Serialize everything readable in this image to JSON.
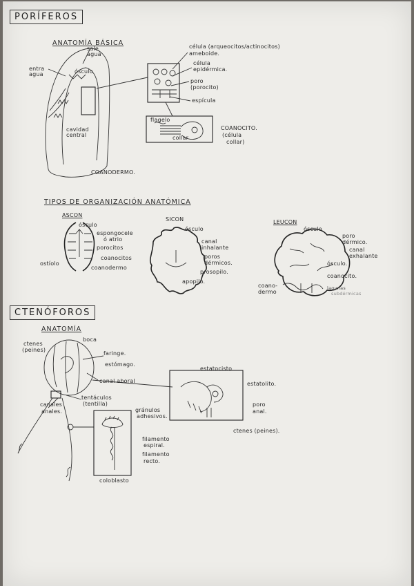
{
  "porifera": {
    "title": "PORÍFEROS",
    "anatomy_title": "ANATOMÍA BÁSICA",
    "labels": {
      "sale_agua": "sale agua",
      "entra_agua": "entra agua",
      "osculo": "ósculo",
      "cavidad_central": "cavidad central",
      "coanodermo": "COANODERMO.",
      "celula_ameboide_1": "célula (arqueocitos/actinocitos)",
      "celula_ameboide_2": "ameboide.",
      "celula_epidermica_1": "célula",
      "celula_epidermica_2": "epidérmica.",
      "poro_1": "poro",
      "poro_2": "(porocito)",
      "espicula": "espícula",
      "flagelo": "flagelo",
      "collar": "collar",
      "coanocito_1": "COANOCITO.",
      "coanocito_2": "(célula",
      "coanocito_3": "collar)"
    },
    "organization": {
      "title": "TIPOS DE ORGANIZACIÓN ANATÓMICA",
      "ascon": {
        "title": "ASCON",
        "osculo": "ósculo",
        "espongocele_1": "espongocele",
        "espongocele_2": "ó atrio",
        "porocitos": "porocitos",
        "coanocitos": "coanocitos",
        "coanodermo": "coanodermo",
        "ostiolo": "ostíolo"
      },
      "sicon": {
        "title": "SICON",
        "osculo": "ósculo",
        "canal_1": "canal",
        "canal_2": "inhalante",
        "poros_1": "poros",
        "poros_2": "dérmicos.",
        "prosopilo": "prosopilo.",
        "apopilo": "apopilo."
      },
      "leucon": {
        "title": "LEUCON",
        "osculo": "ósculo",
        "poro_1": "poro",
        "poro_2": "dérmico.",
        "canal_1": "canal",
        "canal_2": "exhalante",
        "osculo2": "ósculo.",
        "coanocito": "coanocito.",
        "coanodermo_1": "coano-",
        "coanodermo_2": "dermo",
        "lagunas_1": "lagunas",
        "lagunas_2": "subdérmicas"
      }
    }
  },
  "ctenophora": {
    "title": "CTENÓFOROS",
    "anatomy_title": "ANATOMÍA",
    "labels": {
      "boca": "boca",
      "ctenes_1": "ctenes",
      "ctenes_2": "(peines)",
      "faringe": "faringe.",
      "estomago": "estómago.",
      "canal_aboral": "canal aboral",
      "tentaculos_1": "tentáculos",
      "tentaculos_2": "(tentilla)",
      "canales_1": "canales",
      "canales_2": "anales.",
      "estatocisto": "estatocisto",
      "estatolito": "estatolito.",
      "poro_anal_1": "poro",
      "poro_anal_2": "anal.",
      "ctenes_peines": "ctenes (peines).",
      "granulos_1": "gránulos",
      "granulos_2": "adhesivos.",
      "filamento_espiral_1": "filamento",
      "filamento_espiral_2": "espiral.",
      "filamento_recto_1": "filamento",
      "filamento_recto_2": "recto.",
      "coloblasto": "coloblasto"
    }
  }
}
